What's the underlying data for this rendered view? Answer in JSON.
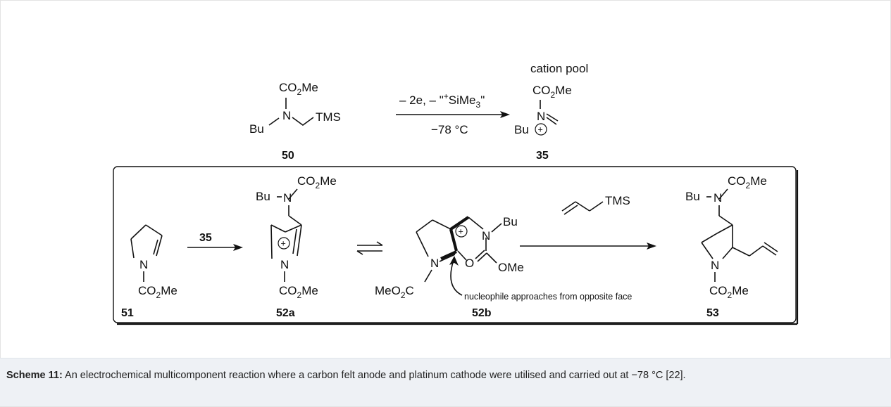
{
  "scheme": {
    "cation_pool_label": "cation pool",
    "top": {
      "reactant": {
        "co2me": "CO2Me",
        "n": "N",
        "bu": "Bu",
        "tms": "TMS",
        "number": "50"
      },
      "arrow_above": "– 2e, – \"+SiMe3\"",
      "arrow_below": "−78 °C",
      "product": {
        "co2me": "CO2Me",
        "n": "N",
        "bu": "Bu",
        "plus": "+",
        "number": "35"
      }
    },
    "box": {
      "cpd51": {
        "n": "N",
        "co2me": "CO2Me",
        "number": "51"
      },
      "arrow1_label": "35",
      "cpd52a": {
        "bu": "Bu",
        "n_top": "N",
        "co2me_top": "CO2Me",
        "n_ring": "N",
        "plus": "+",
        "co2me_bottom": "CO2Me",
        "number": "52a"
      },
      "cpd52b": {
        "n_ring": "N",
        "meo2c": "MeO2C",
        "n_side": "N",
        "bu": "Bu",
        "plus": "+",
        "o": "O",
        "ome": "OMe",
        "number": "52b"
      },
      "annotation": "nucleophile approaches from opposite face",
      "arrow2_reagent": "TMS",
      "cpd53": {
        "bu": "Bu",
        "n_top": "N",
        "co2me_top": "CO2Me",
        "n_ring": "N",
        "co2me_bottom": "CO2Me",
        "number": "53"
      }
    }
  },
  "caption": {
    "label": "Scheme 11:",
    "text": " An electrochemical multicomponent reaction where a carbon felt anode and platinum cathode were utilised and carried out at −78 °C [22]."
  }
}
